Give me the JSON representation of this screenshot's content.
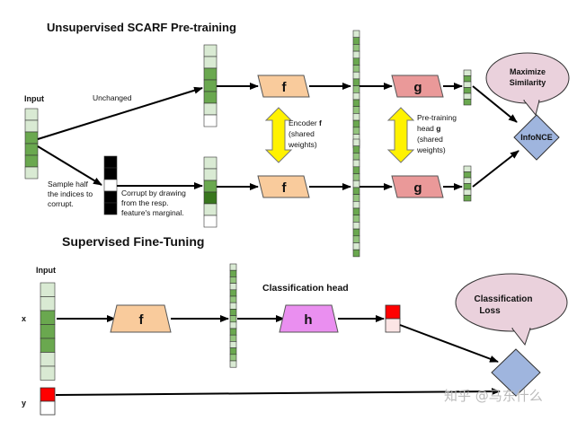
{
  "pretraining": {
    "title": "Unsupervised SCARF Pre-training",
    "input_label": "Input",
    "unchanged_label": "Unchanged",
    "sample_half": [
      "Sample half",
      "the indices to",
      "corrupt."
    ],
    "corrupt_by": [
      "Corrupt by drawing",
      "from the resp.",
      "feature's marginal."
    ],
    "encoder_text": [
      "Encoder",
      "(shared",
      "weights)"
    ],
    "encoder_bold": "f",
    "head_text": [
      "Pre-training",
      "head",
      "(shared",
      "weights)"
    ],
    "head_bold": "g",
    "f_label": "f",
    "g_label": "g",
    "bubble": [
      "Maximize",
      "Similarity"
    ],
    "infonce": "InfoNCE"
  },
  "finetuning": {
    "title": "Supervised Fine-Tuning",
    "input_label": "Input",
    "x_label": "x",
    "y_label": "y",
    "f_label": "f",
    "h_label": "h",
    "classification_head": "Classification head",
    "bubble": [
      "Classification",
      "Loss"
    ]
  },
  "watermark": "知乎 @马东什么",
  "colors": {
    "light_green": "#d9ead3",
    "mid_green": "#6aa84f",
    "dark_green": "#38761d",
    "orange": "#f9cb9c",
    "red_block": "#ea9999",
    "pink_h": "#ea8ff0",
    "bubble_pink": "#ead1dc",
    "diamond_blue": "#9fb5de",
    "yellow": "#fff200",
    "red": "#ff0000",
    "pale_red": "#fce5e5"
  }
}
